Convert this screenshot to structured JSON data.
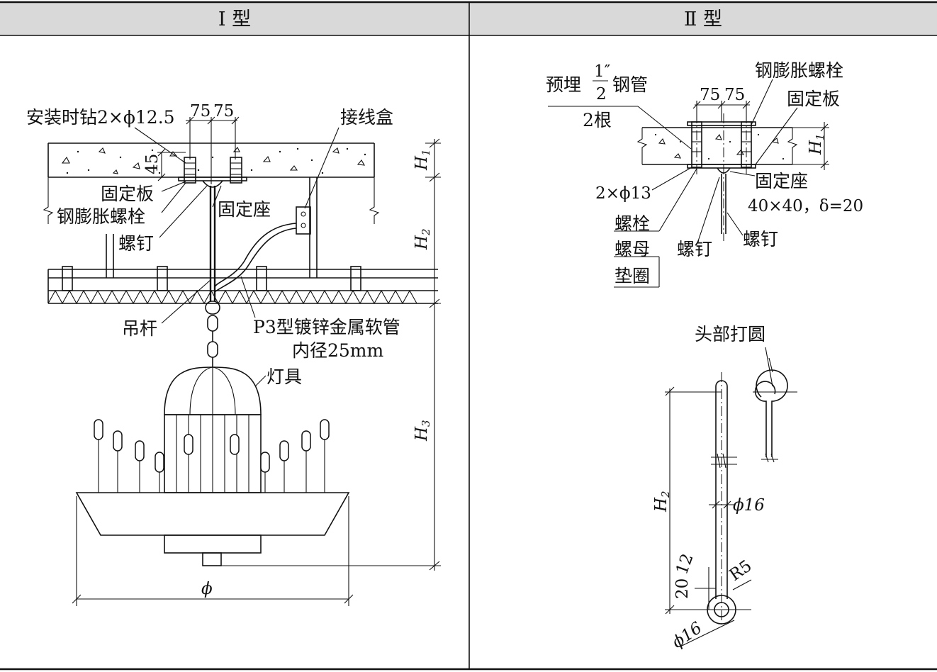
{
  "table": {
    "col1_header": "Ⅰ 型",
    "col2_header": "Ⅱ 型"
  },
  "type1": {
    "drill_label": "安装时钻2×ϕ12.5",
    "dim_75a": "75",
    "dim_75b": "75",
    "dim_45": "45",
    "junction_box": "接线盒",
    "h1": "H",
    "h1_sub": "1",
    "h2": "H",
    "h2_sub": "2",
    "h3": "H",
    "h3_sub": "3",
    "fixing_plate": "固定板",
    "expansion_bolt": "钢膨胀螺栓",
    "screw": "螺钉",
    "fixing_seat": "固定座",
    "rod": "吊杆",
    "conduit_line1": "P3型镀锌金属软管",
    "conduit_line2": "内径25mm",
    "lamp": "灯具",
    "diameter": "ϕ"
  },
  "type2": {
    "embedded_pre": "预埋",
    "frac_num": "1″",
    "frac_den": "2",
    "embedded_post": "钢管",
    "two_pipes": "2根",
    "expansion_bolt": "钢膨胀螺栓",
    "dim_75a": "75",
    "dim_75b": "75",
    "fixing_plate": "固定板",
    "h1": "H",
    "h1_sub": "1",
    "hole": "2×ϕ13",
    "fixing_seat": "固定座",
    "seat_size": "40×40，δ=20",
    "bolt": "螺栓",
    "nut": "螺母",
    "washer": "垫圈",
    "screw_a": "螺钉",
    "screw_b": "螺钉",
    "head_round": "头部打圆",
    "h2": "H",
    "h2_sub": "2",
    "phi16_rod": "ϕ16",
    "dim_12": "12",
    "dim_20": "20",
    "r5": "R5",
    "phi16_eye": "ϕ16"
  }
}
